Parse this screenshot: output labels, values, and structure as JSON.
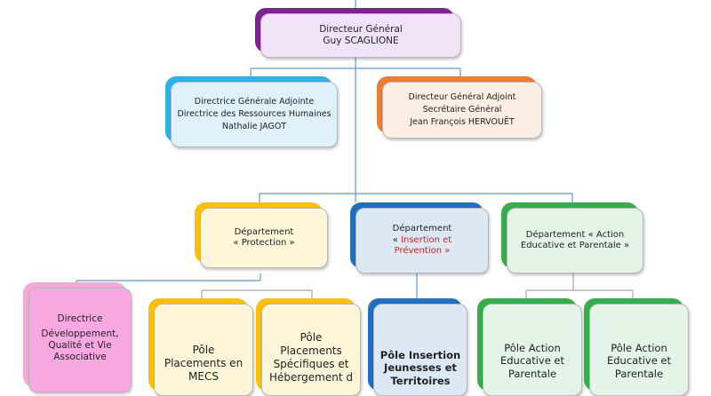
{
  "colors": {
    "connector": "#5b9bd5",
    "connector_grey": "#a6a6a6"
  },
  "nodes": {
    "dg": {
      "tab_color": "#7e2393",
      "bg": "#f1e3f7",
      "lines": [
        "Directeur Général",
        "Guy SCAGLIONE"
      ]
    },
    "dga_left": {
      "tab_color": "#2ab3ea",
      "bg": "#dff2fb",
      "lines": [
        "Directrice Générale Adjointe",
        "Directrice des Ressources Humaines",
        "Nathalie JAGOT"
      ]
    },
    "dga_right": {
      "tab_color": "#ed7d31",
      "bg": "#fdeee4",
      "lines": [
        "Directeur Général Adjoint",
        "Secrétaire Général",
        "Jean François HERVOUËT"
      ]
    },
    "dept_protection": {
      "tab_color": "#ffc000",
      "bg": "#fff5d9",
      "lines": [
        "Département",
        "« Protection »"
      ]
    },
    "dept_insertion": {
      "tab_color": "#1f6fc4",
      "bg": "#dce9f5",
      "line1": "Département",
      "line2_prefix": "« ",
      "line2_accent": "Insertion et",
      "line3_accent": "Prévention »"
    },
    "dept_action": {
      "tab_color": "#33b04a",
      "bg": "#e4f5e7",
      "lines": [
        "Département « Action",
        "Educative et Parentale »"
      ]
    },
    "dir_dev": {
      "tab_color": "#f7a8d8",
      "bg": "#f7a8e0",
      "lines": [
        "Directrice",
        "Développement,",
        "Qualité et Vie",
        "Associative"
      ]
    },
    "pole_placements": {
      "tab_color": "#ffc000",
      "bg": "#fff5d9",
      "lines": [
        "Pôle",
        "Placements en",
        "MECS"
      ]
    },
    "pole_specifiques": {
      "tab_color": "#ffc000",
      "bg": "#fff5d9",
      "lines": [
        "Pôle",
        "Placements",
        "Spécifiques et",
        "Hébergement d"
      ]
    },
    "pole_insertion": {
      "tab_color": "#1f6fc4",
      "bg": "#dce9f5",
      "lines": [
        "Pôle Insertion",
        "Jeunesses et",
        "Territoires"
      ]
    },
    "pole_action_1": {
      "tab_color": "#33b04a",
      "bg": "#e4f5e7",
      "lines": [
        "Pôle Action",
        "Educative et",
        "Parentale"
      ]
    },
    "pole_action_2": {
      "tab_color": "#33b04a",
      "bg": "#e4f5e7",
      "lines": [
        "Pôle Action",
        "Educative et",
        "Parentale"
      ]
    }
  }
}
